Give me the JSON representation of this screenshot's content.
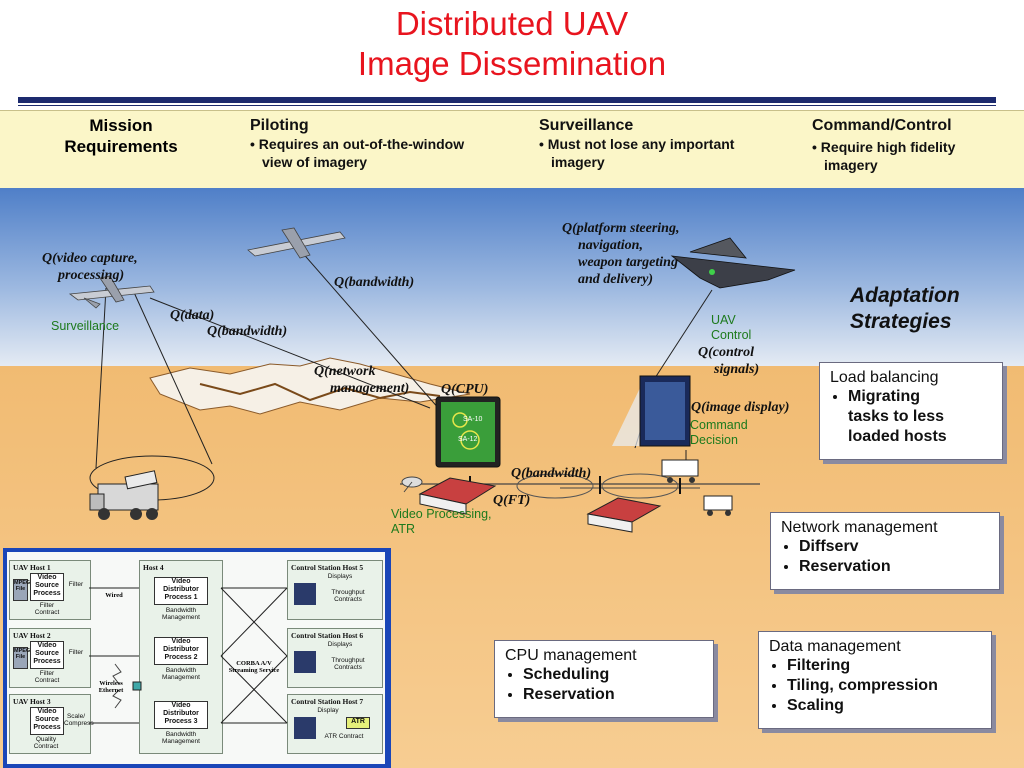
{
  "title": {
    "line1": "Distributed UAV",
    "line2": "Image Dissemination"
  },
  "colors": {
    "title": "#e8141e",
    "band": "#fbf6c8",
    "sky": "#5a83c4",
    "ground": "#f4c07a",
    "label_green": "#1d7a1d",
    "inset_bg": "#1a46b8"
  },
  "requirements": {
    "heading_line1": "Mission",
    "heading_line2": "Requirements",
    "piloting": {
      "title": "Piloting",
      "text_line1": "• Requires an out-of-the-window",
      "text_line2": "view of imagery"
    },
    "surveillance": {
      "title": "Surveillance",
      "text_line1": "• Must not lose any important",
      "text_line2": "imagery"
    },
    "command": {
      "title": "Command/Control",
      "text_line1": "• Require high fidelity",
      "text_line2": "imagery"
    }
  },
  "qos_labels": {
    "video_capture_1": "Q(video capture,",
    "video_capture_2": "processing)",
    "bandwidth_top": "Q(bandwidth)",
    "platform_1": "Q(platform steering,",
    "platform_2": "navigation,",
    "platform_3": "weapon targeting",
    "platform_4": "and delivery)",
    "data": "Q(data)",
    "bandwidth_left": "Q(bandwidth)",
    "network_1": "Q(network",
    "network_2": "management)",
    "cpu": "Q(CPU)",
    "control_1": "Q(control",
    "control_2": "signals)",
    "image_display": "Q(image display)",
    "bandwidth_mid": "Q(bandwidth)",
    "ft": "Q(FT)"
  },
  "scene_labels": {
    "surveillance": "Surveillance",
    "uav_control_1": "UAV",
    "uav_control_2": "Control",
    "command_decision_1": "Command",
    "command_decision_2": "Decision",
    "video_processing_1": "Video Processing,",
    "video_processing_2": "ATR",
    "screen_tag_1": "SA-10",
    "screen_tag_2": "SA-12"
  },
  "adaptation": {
    "line1": "Adaptation",
    "line2": "Strategies"
  },
  "strategies": {
    "load": {
      "title": "Load balancing",
      "items": [
        "Migrating",
        "tasks to less",
        "loaded hosts"
      ]
    },
    "network": {
      "title": "Network management",
      "items": [
        "Diffserv",
        "Reservation"
      ]
    },
    "cpu": {
      "title": "CPU management",
      "items": [
        "Scheduling",
        "Reservation"
      ]
    },
    "data": {
      "title": "Data management",
      "items": [
        "Filtering",
        "Tiling, compression",
        "Scaling"
      ]
    }
  },
  "inset": {
    "uav_host1": "UAV Host 1",
    "uav_host2": "UAV Host 2",
    "uav_host3": "UAV Host 3",
    "host4": "Host 4",
    "cs5": "Control Station  Host 5",
    "cs6": "Control Station  Host 6",
    "cs7": "Control Station  Host 7",
    "mpeg_file": "MPEG File",
    "video_source_process": "Video Source Process",
    "filter": "Filter",
    "filter_contract": "Filter Contract",
    "scale_compress": "Scale/ Compress",
    "quality_contract": "Quality Contract",
    "vdp1": "Video Distributor Process 1",
    "vdp2": "Video Distributor Process 2",
    "vdp3": "Video Distributor Process 3",
    "bw_mgmt": "Bandwidth Management",
    "displays": "Displays",
    "display": "Display",
    "throughput_contracts": "Throughput Contracts",
    "atr": "ATR",
    "atr_contract": "ATR Contract",
    "wired": "Wired",
    "wireless": "Wireless Ethernet",
    "corba": "CORBA A/V Streaming Service"
  }
}
